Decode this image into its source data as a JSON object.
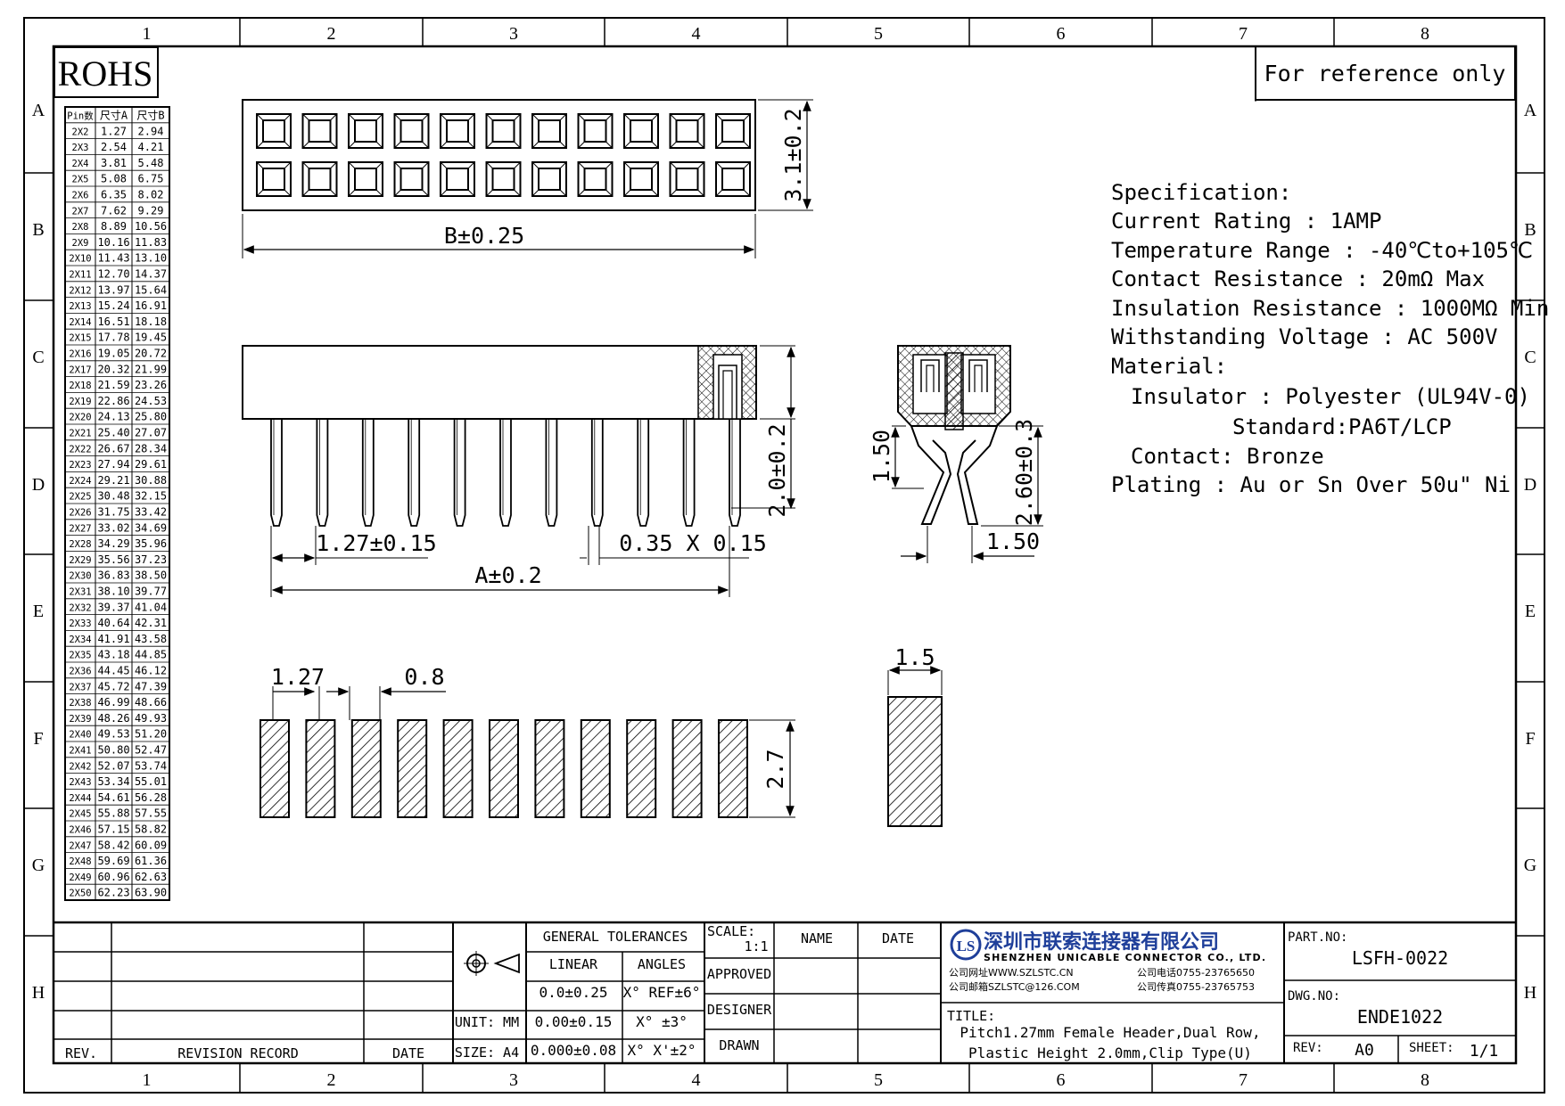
{
  "frame": {
    "columns": [
      "1",
      "2",
      "3",
      "4",
      "5",
      "6",
      "7",
      "8"
    ],
    "rows": [
      "A",
      "B",
      "C",
      "D",
      "E",
      "F",
      "G",
      "H"
    ]
  },
  "rohs": "ROHS",
  "reference_note": "For reference only",
  "pin_table": {
    "headers": [
      "Pin数",
      "尺寸A",
      "尺寸B"
    ],
    "rows": [
      [
        "2X2",
        "1.27",
        "2.94"
      ],
      [
        "2X3",
        "2.54",
        "4.21"
      ],
      [
        "2X4",
        "3.81",
        "5.48"
      ],
      [
        "2X5",
        "5.08",
        "6.75"
      ],
      [
        "2X6",
        "6.35",
        "8.02"
      ],
      [
        "2X7",
        "7.62",
        "9.29"
      ],
      [
        "2X8",
        "8.89",
        "10.56"
      ],
      [
        "2X9",
        "10.16",
        "11.83"
      ],
      [
        "2X10",
        "11.43",
        "13.10"
      ],
      [
        "2X11",
        "12.70",
        "14.37"
      ],
      [
        "2X12",
        "13.97",
        "15.64"
      ],
      [
        "2X13",
        "15.24",
        "16.91"
      ],
      [
        "2X14",
        "16.51",
        "18.18"
      ],
      [
        "2X15",
        "17.78",
        "19.45"
      ],
      [
        "2X16",
        "19.05",
        "20.72"
      ],
      [
        "2X17",
        "20.32",
        "21.99"
      ],
      [
        "2X18",
        "21.59",
        "23.26"
      ],
      [
        "2X19",
        "22.86",
        "24.53"
      ],
      [
        "2X20",
        "24.13",
        "25.80"
      ],
      [
        "2X21",
        "25.40",
        "27.07"
      ],
      [
        "2X22",
        "26.67",
        "28.34"
      ],
      [
        "2X23",
        "27.94",
        "29.61"
      ],
      [
        "2X24",
        "29.21",
        "30.88"
      ],
      [
        "2X25",
        "30.48",
        "32.15"
      ],
      [
        "2X26",
        "31.75",
        "33.42"
      ],
      [
        "2X27",
        "33.02",
        "34.69"
      ],
      [
        "2X28",
        "34.29",
        "35.96"
      ],
      [
        "2X29",
        "35.56",
        "37.23"
      ],
      [
        "2X30",
        "36.83",
        "38.50"
      ],
      [
        "2X31",
        "38.10",
        "39.77"
      ],
      [
        "2X32",
        "39.37",
        "41.04"
      ],
      [
        "2X33",
        "40.64",
        "42.31"
      ],
      [
        "2X34",
        "41.91",
        "43.58"
      ],
      [
        "2X35",
        "43.18",
        "44.85"
      ],
      [
        "2X36",
        "44.45",
        "46.12"
      ],
      [
        "2X37",
        "45.72",
        "47.39"
      ],
      [
        "2X38",
        "46.99",
        "48.66"
      ],
      [
        "2X39",
        "48.26",
        "49.93"
      ],
      [
        "2X40",
        "49.53",
        "51.20"
      ],
      [
        "2X41",
        "50.80",
        "52.47"
      ],
      [
        "2X42",
        "52.07",
        "53.74"
      ],
      [
        "2X43",
        "53.34",
        "55.01"
      ],
      [
        "2X44",
        "54.61",
        "56.28"
      ],
      [
        "2X45",
        "55.88",
        "57.55"
      ],
      [
        "2X46",
        "57.15",
        "58.82"
      ],
      [
        "2X47",
        "58.42",
        "60.09"
      ],
      [
        "2X48",
        "59.69",
        "61.36"
      ],
      [
        "2X49",
        "60.96",
        "62.63"
      ],
      [
        "2X50",
        "62.23",
        "63.90"
      ]
    ]
  },
  "dimensions": {
    "top_height": "3.1±0.2",
    "top_width": "B±0.25",
    "side_height": "2.0±0.2",
    "pitch": "1.27±0.15",
    "pin_size": "0.35 X 0.15",
    "length_a": "A±0.2",
    "section_pin_len": "1.50",
    "section_height": "2.60±0.3",
    "section_width": "1.50",
    "pad_pitch": "1.27",
    "pad_gap": "0.8",
    "pad_height": "2.7",
    "pad_width": "1.5"
  },
  "specification": {
    "title": "Specification:",
    "lines": [
      "Current Rating : 1AMP",
      "Temperature Range : -40℃to+105℃",
      "Contact Resistance : 20mΩ Max",
      "Insulation Resistance : 1000MΩ Min",
      "Withstanding Voltage : AC 500V",
      "Material:",
      "Insulator : Polyester (UL94V-0)",
      "Standard:PA6T/LCP",
      "Contact: Bronze",
      "Plating : Au or Sn Over 50u\" Ni"
    ]
  },
  "title_block": {
    "rev": "REV.",
    "revision_record": "REVISION RECORD",
    "date": "DATE",
    "unit": "UNIT: MM",
    "size": "SIZE: A4",
    "general_tolerances": "GENERAL TOLERANCES",
    "linear": "LINEAR",
    "angles": "ANGLES",
    "tol_rows": [
      [
        "0.0±0.25",
        "X° REF±6°"
      ],
      [
        "0.00±0.15",
        "X° ±3°"
      ],
      [
        "0.000±0.08",
        "X° X'±2°"
      ]
    ],
    "scale_label": "SCALE:",
    "scale_value": "1:1",
    "name": "NAME",
    "date2": "DATE",
    "approved": "APPROVED",
    "designer": "DESIGNER",
    "drawn": "DRAWN",
    "company_cn": "深圳市联索连接器有限公司",
    "company_en": "SHENZHEN UNICABLE CONNECTOR CO., LTD.",
    "website": "公司网址WWW.SZLSTC.CN",
    "email": "公司邮箱SZLSTC@126.COM",
    "phone": "公司电话0755-23765650",
    "fax": "公司传真0755-23765753",
    "title_label": "TITLE:",
    "title_line1": "Pitch1.27mm Female Header,Dual Row,",
    "title_line2": "Plastic Height 2.0mm,Clip Type(U)",
    "part_no_label": "PART.NO:",
    "part_no": "LSFH-0022",
    "dwg_no_label": "DWG.NO:",
    "dwg_no": "ENDE1022",
    "rev_label": "REV:",
    "rev_value": "A0",
    "sheet_label": "SHEET:",
    "sheet_value": "1/1"
  },
  "colors": {
    "ink": "#000000",
    "logo": "#1f3f9a"
  }
}
